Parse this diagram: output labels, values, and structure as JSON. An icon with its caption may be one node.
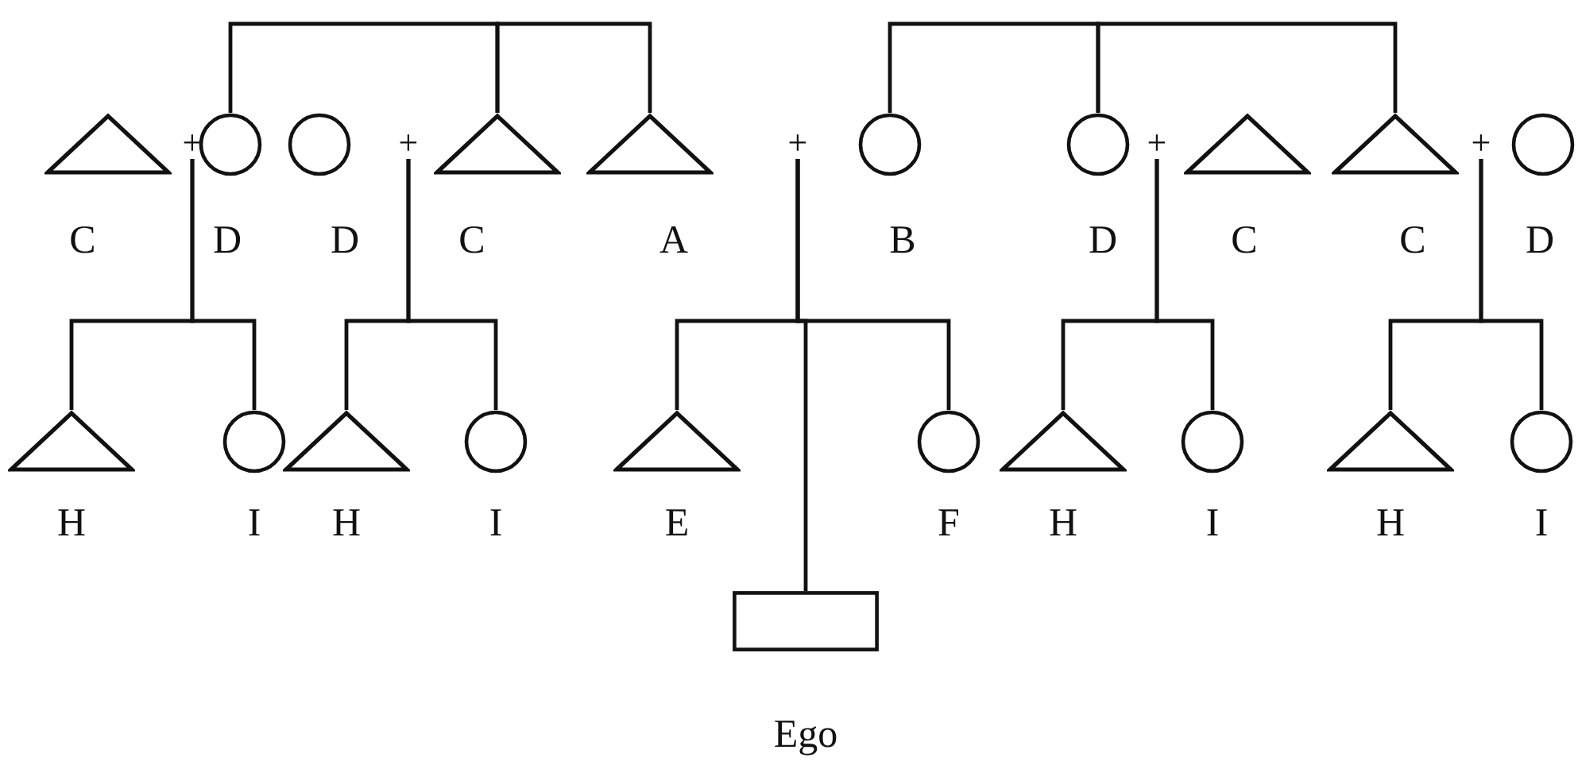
{
  "diagram": {
    "nodes": [
      {
        "text": [
          "C"
        ]
      },
      {
        "text": [
          "+"
        ]
      },
      {
        "text": [
          "D"
        ]
      },
      {
        "text": [
          "D"
        ]
      },
      {
        "text": [
          "+"
        ]
      },
      {
        "text": [
          "C"
        ]
      },
      {
        "text": [
          "A"
        ]
      },
      {
        "text": [
          "+"
        ]
      },
      {
        "text": [
          "B"
        ]
      },
      {
        "text": [
          "D"
        ]
      },
      {
        "text": [
          "+"
        ]
      },
      {
        "text": [
          "C"
        ]
      },
      {
        "text": [
          "C"
        ]
      },
      {
        "text": [
          "+"
        ]
      },
      {
        "text": [
          "D"
        ]
      },
      {
        "text": [
          "H"
        ]
      },
      {
        "text": [
          "I"
        ]
      },
      {
        "text": [
          "H"
        ]
      },
      {
        "text": [
          "I"
        ]
      },
      {
        "text": [
          "E"
        ]
      },
      {
        "text": [
          "F"
        ]
      },
      {
        "text": [
          "H"
        ]
      },
      {
        "text": [
          "I"
        ]
      },
      {
        "text": [
          "H"
        ]
      },
      {
        "text": [
          "I"
        ]
      },
      {
        "text": [
          "Ego"
        ]
      }
    ],
    "edges": [
      {
        "from": 2,
        "to": 5,
        "arrow": "none"
      },
      {
        "from": 5,
        "to": 6,
        "arrow": "none"
      },
      {
        "from": 8,
        "to": 9,
        "arrow": "none"
      },
      {
        "from": 9,
        "to": 12,
        "arrow": "none"
      },
      {
        "from": 1,
        "to": 15,
        "arrow": "none"
      },
      {
        "from": 1,
        "to": 16,
        "arrow": "none"
      },
      {
        "from": 4,
        "to": 17,
        "arrow": "none"
      },
      {
        "from": 4,
        "to": 18,
        "arrow": "none"
      },
      {
        "from": 7,
        "to": 19,
        "arrow": "none"
      },
      {
        "from": 7,
        "to": 20,
        "arrow": "none"
      },
      {
        "from": 7,
        "to": 25,
        "arrow": "none"
      },
      {
        "from": 10,
        "to": 21,
        "arrow": "none"
      },
      {
        "from": 10,
        "to": 22,
        "arrow": "none"
      },
      {
        "from": 13,
        "to": 23,
        "arrow": "none"
      },
      {
        "from": 13,
        "to": 24,
        "arrow": "none"
      }
    ]
  }
}
